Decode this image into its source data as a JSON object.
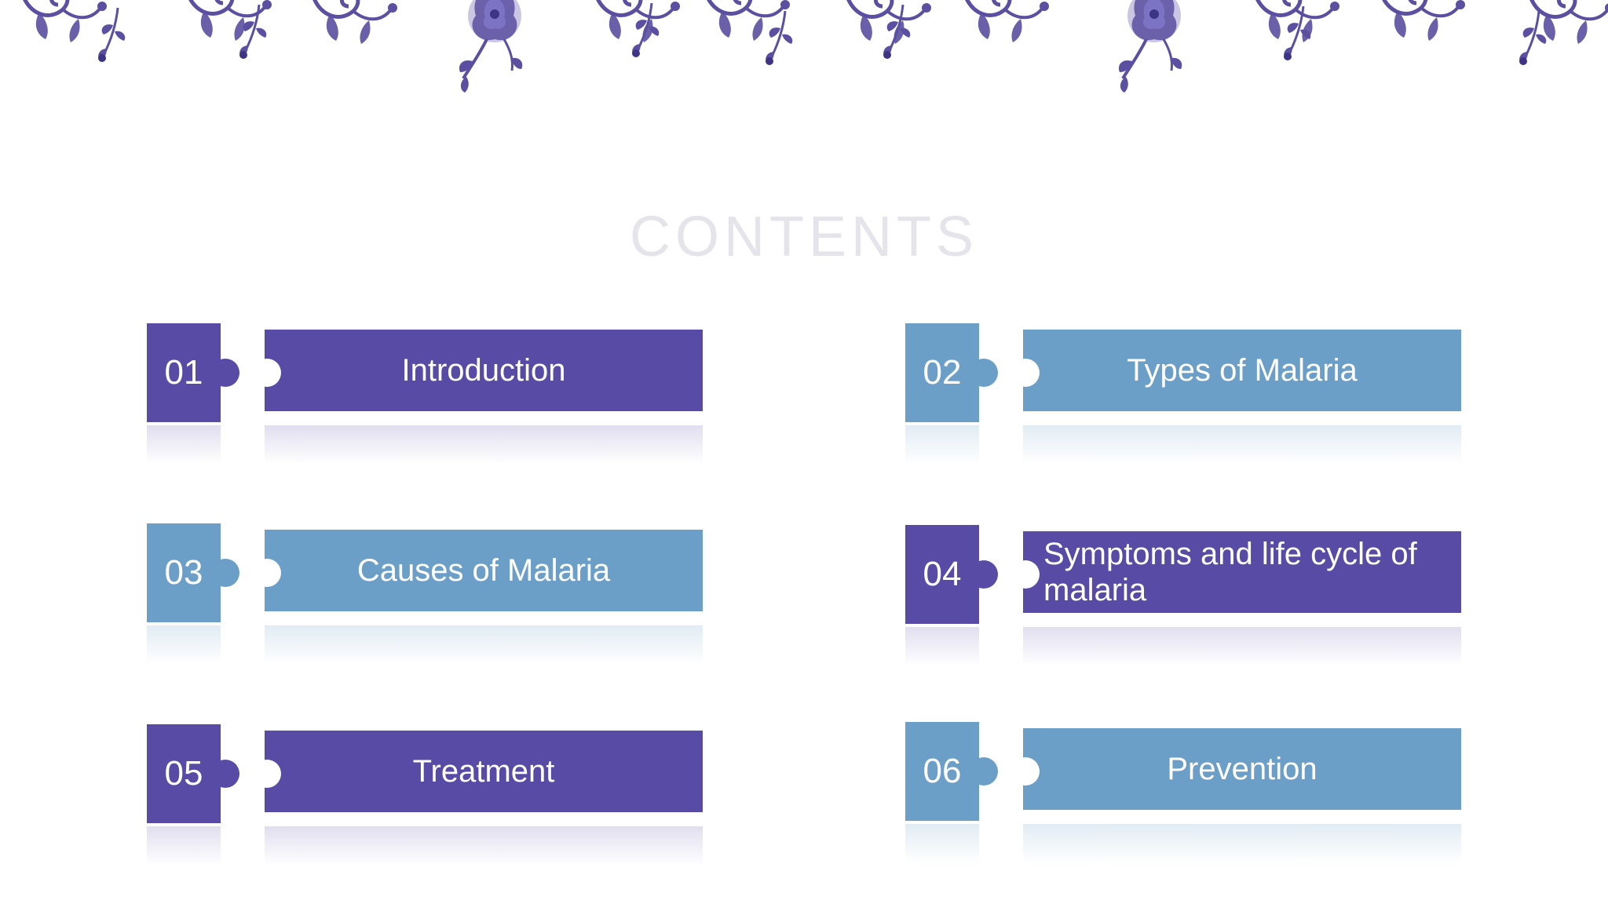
{
  "slide": {
    "title": "CONTENTS",
    "items": [
      {
        "number": "01",
        "label": "Introduction",
        "theme": "purple"
      },
      {
        "number": "02",
        "label": "Types of Malaria",
        "theme": "blue"
      },
      {
        "number": "03",
        "label": "Causes of Malaria",
        "theme": "blue"
      },
      {
        "number": "04",
        "label": "Symptoms and life cycle of malaria",
        "theme": "purple"
      },
      {
        "number": "05",
        "label": "Treatment",
        "theme": "purple"
      },
      {
        "number": "06",
        "label": "Prevention",
        "theme": "blue"
      }
    ],
    "colors": {
      "purple": "#584ba6",
      "blue": "#6b9fc8",
      "title": "#e4e4ea",
      "floral": "#5a4fa0"
    },
    "decoration": "blue-white floral porcelain border"
  }
}
